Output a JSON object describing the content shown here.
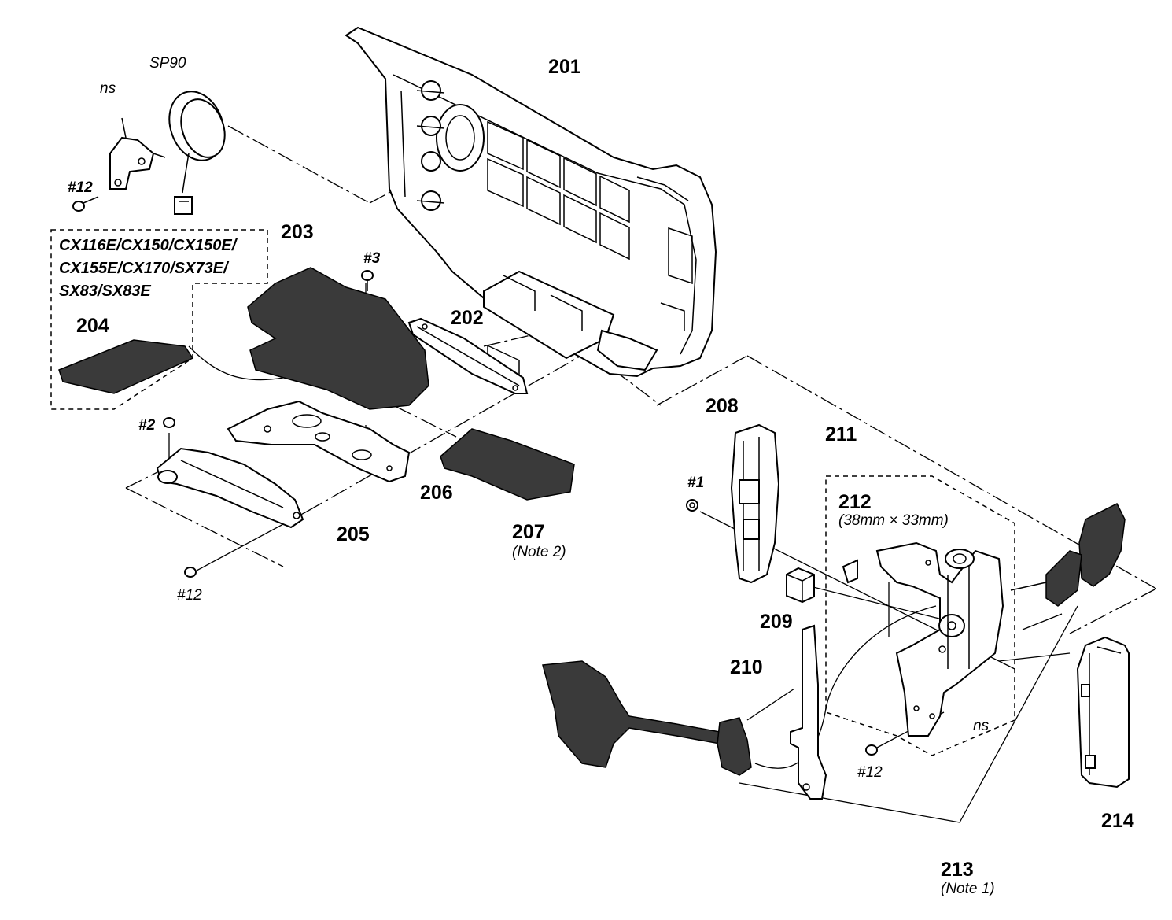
{
  "diagram": {
    "parts": [
      {
        "id": "201",
        "label": "201"
      },
      {
        "id": "202",
        "label": "202"
      },
      {
        "id": "203",
        "label": "203"
      },
      {
        "id": "204",
        "label": "204"
      },
      {
        "id": "205",
        "label": "205"
      },
      {
        "id": "206",
        "label": "206"
      },
      {
        "id": "207",
        "label": "207",
        "note": "(Note 2)"
      },
      {
        "id": "208",
        "label": "208"
      },
      {
        "id": "209",
        "label": "209"
      },
      {
        "id": "210",
        "label": "210"
      },
      {
        "id": "211",
        "label": "211"
      },
      {
        "id": "212",
        "label": "212",
        "note": "(38mm × 33mm)"
      },
      {
        "id": "213",
        "label": "213",
        "note": "(Note 1)"
      },
      {
        "id": "214",
        "label": "214"
      },
      {
        "id": "SP90",
        "label": "SP90"
      }
    ],
    "ns_labels": [
      "ns",
      "ns"
    ],
    "screws": [
      "#12",
      "#3",
      "#2",
      "#12",
      "#1",
      "#12"
    ],
    "model_box": {
      "lines": [
        "CX116E/CX150/CX150E/",
        "CX155E/CX170/SX73E/",
        "SX83/SX83E"
      ]
    }
  }
}
